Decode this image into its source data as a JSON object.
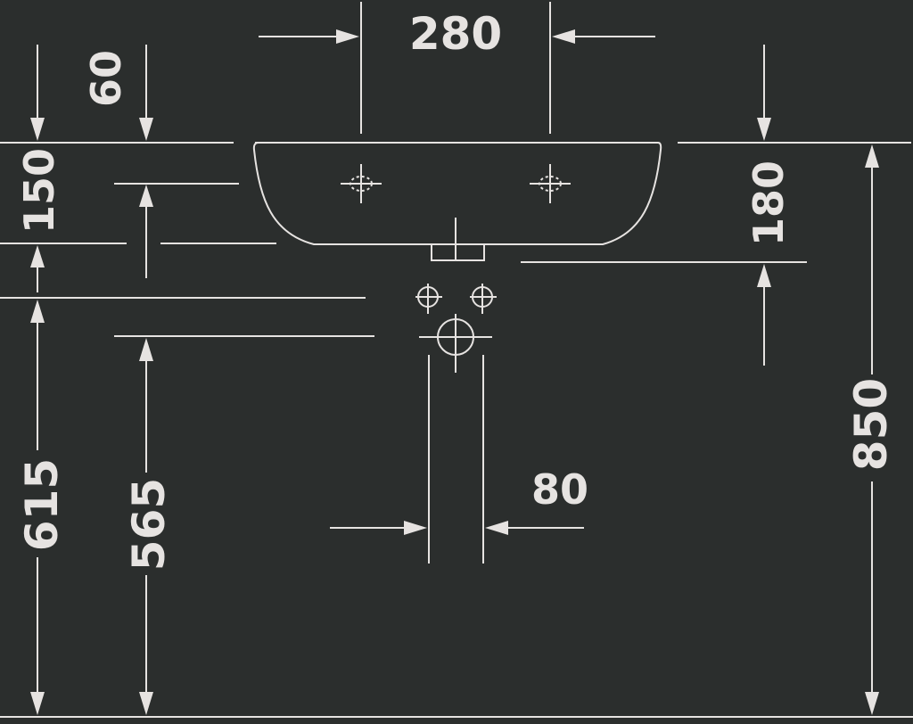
{
  "dimensions": {
    "top_width": "280",
    "top_offset": "60",
    "basin_depth_left": "150",
    "basin_depth_right": "180",
    "total_height": "850",
    "height_615": "615",
    "height_565": "565",
    "waste_spacing": "80"
  },
  "colors": {
    "background": "#2b2e2d",
    "line": "#e6e3e1"
  }
}
